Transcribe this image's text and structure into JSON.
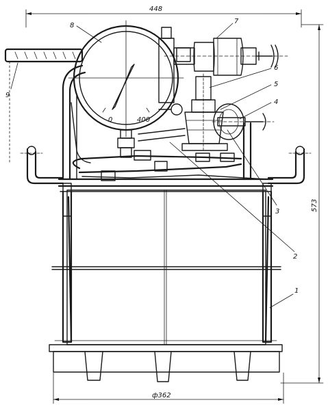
{
  "dimensions": {
    "width_overall": "448",
    "height_overall": "573",
    "base_diameter": "ф362"
  },
  "gauge": {
    "scale_min": "0",
    "scale_max": "400"
  },
  "callouts": {
    "c1": "1",
    "c2": "2",
    "c3": "3",
    "c4": "4",
    "c5": "5",
    "c6": "6",
    "c7": "7",
    "c8": "8",
    "c9": "9"
  }
}
